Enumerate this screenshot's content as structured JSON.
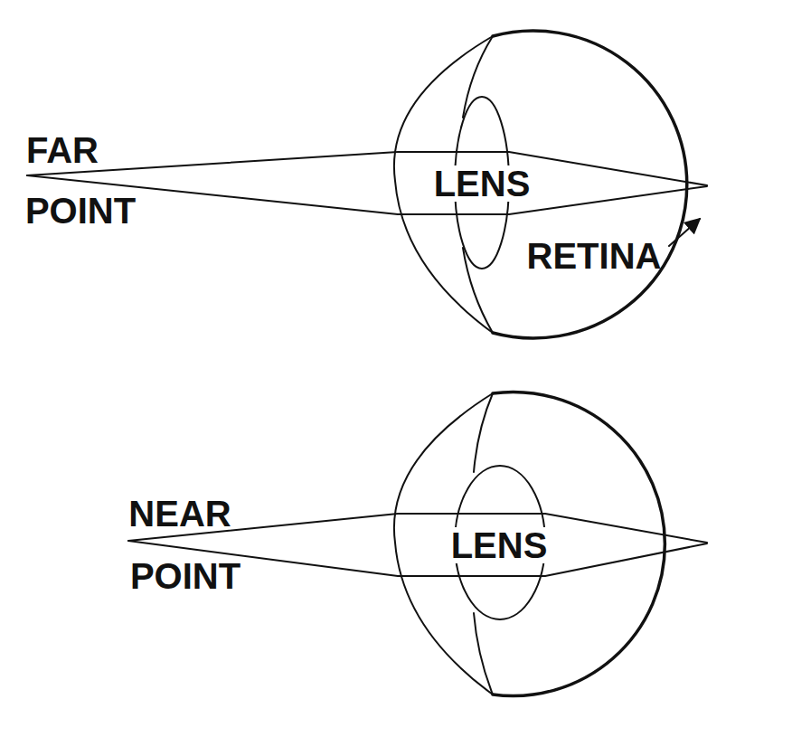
{
  "diagram": {
    "labels": [
      "FAR",
      "POINT",
      "LENS",
      "RETINA",
      "NEAR",
      "POINT",
      "LENS"
    ]
  }
}
